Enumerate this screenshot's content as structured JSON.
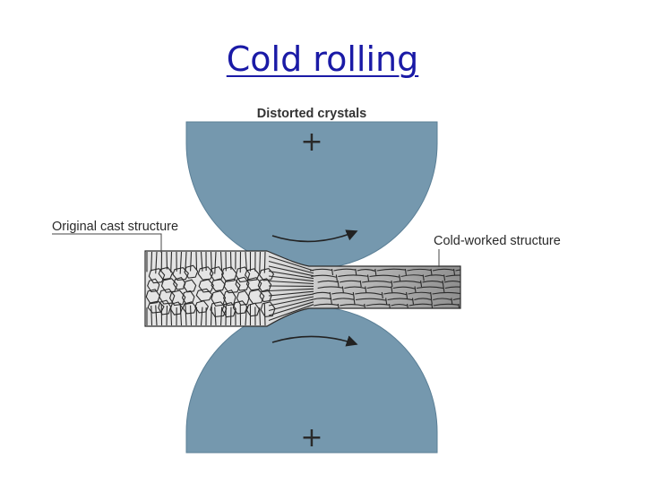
{
  "slide": {
    "title": "Cold rolling"
  },
  "diagram": {
    "label_top": "Distorted crystals",
    "label_left": "Original cast structure",
    "label_right": "Cold-worked structure",
    "top_roller_symbol": "+",
    "bottom_roller_symbol": "+"
  },
  "colors": {
    "title": "#1a1aa6",
    "roller": "#7598ae",
    "roller_edge": "#5b7f96",
    "arrow": "#222222",
    "strip_light": "#e4e4e4",
    "strip_dark": "#8f8f8f",
    "grain_line": "#2b2b2b",
    "leader": "#444444"
  },
  "icons": {
    "rotation_arrow": "rotation-arrow-icon",
    "axis_marker": "plus-icon"
  }
}
